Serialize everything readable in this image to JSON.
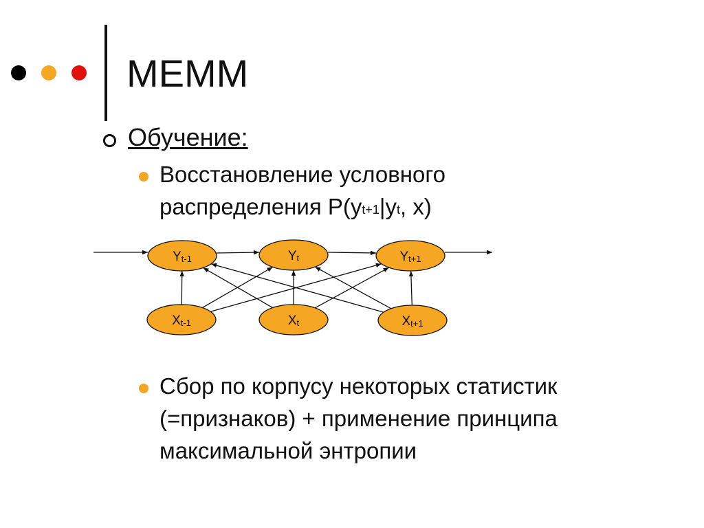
{
  "decor": {
    "dot_colors": [
      "#000000",
      "#F5A623",
      "#E0110E"
    ]
  },
  "slide": {
    "title": "MEMM",
    "level1": {
      "text": "Обучение:"
    },
    "bullet_color": "#F5A623",
    "bullets": [
      {
        "line1": "Восстановление условного",
        "line2_prefix": "распределения P(y",
        "sub1": "t+1",
        "mid": "|y",
        "sub2": "t",
        "suffix": ", x)"
      },
      {
        "lines": [
          "Сбор по корпусу некоторых статистик",
          "(=признаков) + применение принципа",
          "максимальной энтропии"
        ]
      }
    ]
  },
  "diagram": {
    "node_fill": "#F5A623",
    "nodes": [
      {
        "id": "y1",
        "base": "Y",
        "sub": "t-1"
      },
      {
        "id": "y2",
        "base": "Y",
        "sub": "t"
      },
      {
        "id": "y3",
        "base": "Y",
        "sub": "t+1"
      },
      {
        "id": "x1",
        "base": "X",
        "sub": "t-1"
      },
      {
        "id": "x2",
        "base": "X",
        "sub": "t"
      },
      {
        "id": "x3",
        "base": "X",
        "sub": "t+1"
      }
    ],
    "edges": [
      [
        "y1",
        "y2"
      ],
      [
        "y2",
        "y3"
      ],
      [
        "x1",
        "y1"
      ],
      [
        "x1",
        "y2"
      ],
      [
        "x1",
        "y3"
      ],
      [
        "x2",
        "y1"
      ],
      [
        "x2",
        "y2"
      ],
      [
        "x2",
        "y3"
      ],
      [
        "x3",
        "y1"
      ],
      [
        "x3",
        "y2"
      ],
      [
        "x3",
        "y3"
      ]
    ]
  }
}
